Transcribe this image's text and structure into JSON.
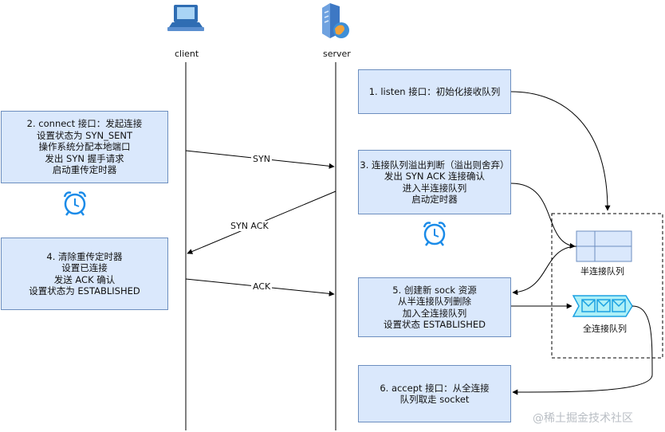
{
  "actors": {
    "client": "client",
    "server": "server"
  },
  "steps": {
    "step1": [
      "1. listen 接口：初始化接收队列"
    ],
    "step2": [
      "2. connect 接口：发起连接",
      "设置状态为 SYN_SENT",
      "操作系统分配本地端口",
      "发出 SYN 握手请求",
      "启动重传定时器"
    ],
    "step3": [
      "3. 连接队列溢出判断（溢出则舍弃）",
      "发出 SYN ACK 连接确认",
      "进入半连接队列",
      "启动定时器"
    ],
    "step4": [
      "4. 清除重传定时器",
      "设置已连接",
      "发送 ACK 确认",
      "设置状态为 ESTABLISHED"
    ],
    "step5": [
      "5. 创建新 sock 资源",
      "从半连接队列删除",
      "加入全连接队列",
      "设置状态 ESTABLISHED"
    ],
    "step6": [
      "6. accept 接口：从全连接",
      "队列取走 socket"
    ]
  },
  "messages": {
    "syn": "SYN",
    "syn_ack": "SYN ACK",
    "ack": "ACK"
  },
  "queues": {
    "half": "半连接队列",
    "full": "全连接队列"
  },
  "watermark": "@稀土掘金技术社区",
  "colors": {
    "box_fill": "#dae8fc",
    "box_border": "#6c8ebf",
    "queue_fill": "#aef0f7",
    "queue_border": "#1ba1e2"
  }
}
